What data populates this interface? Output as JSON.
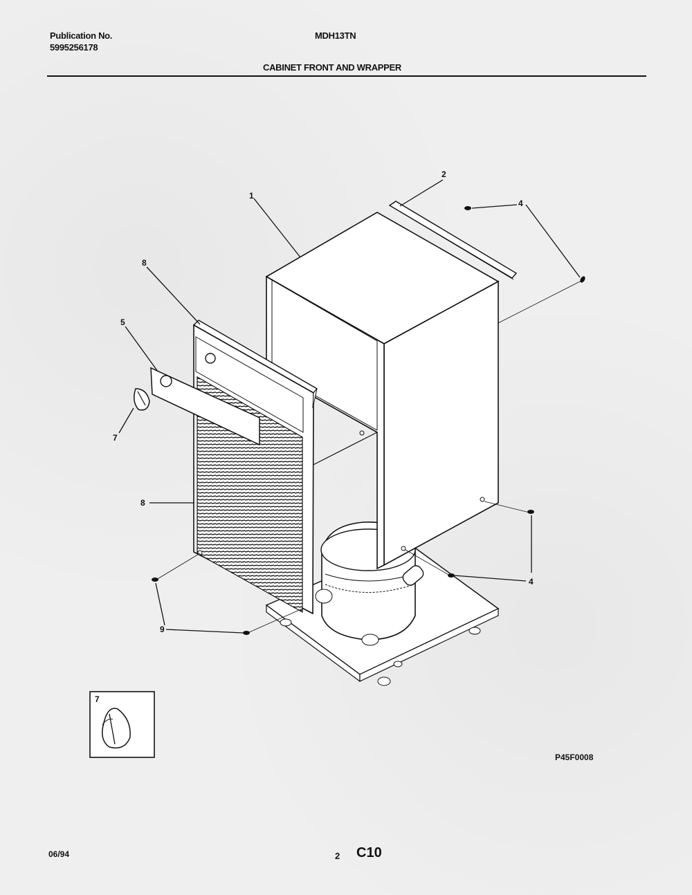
{
  "header": {
    "publication_label": "Publication No.",
    "publication_number": "5995256178",
    "model": "MDH13TN",
    "section_title": "CABINET FRONT AND WRAPPER"
  },
  "callouts": {
    "c1": "1",
    "c2": "2",
    "c4": "4",
    "c5": "5",
    "c7": "7",
    "c8": "8",
    "c9": "9"
  },
  "inset": {
    "label": "7"
  },
  "figure_ref": "P45F0008",
  "footer": {
    "date": "06/94",
    "page_number": "2",
    "code": "C10"
  }
}
